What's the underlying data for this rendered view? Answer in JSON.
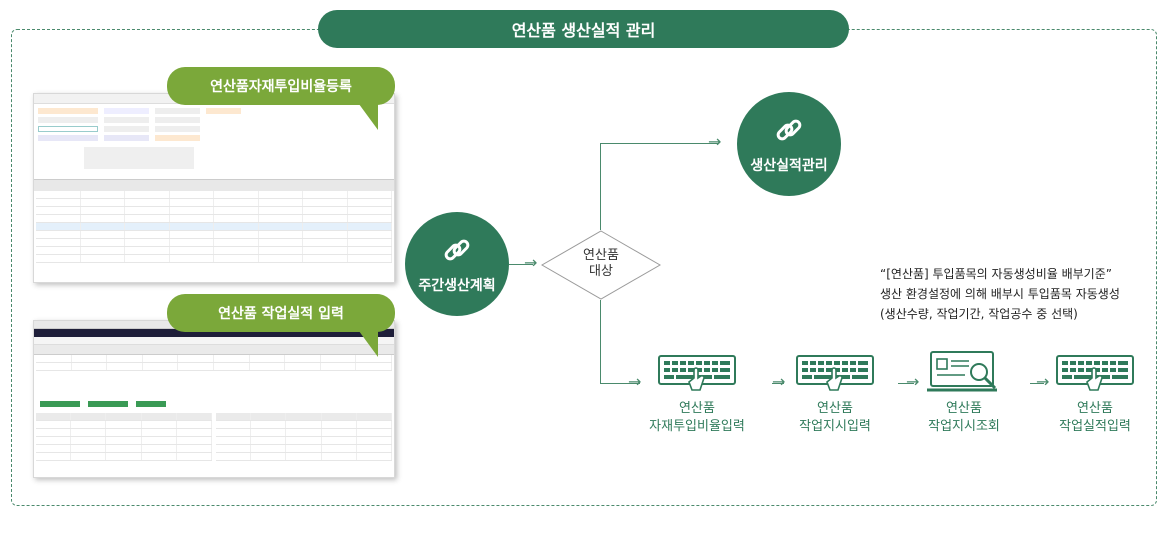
{
  "title": "연산품 생산실적 관리",
  "bubbles": {
    "top": "연산품자재투입비율등록",
    "bottom": "연산품 작업실적 입력"
  },
  "circles": {
    "weekly_plan": "주간생산계획",
    "production_mgmt": "생산실적관리"
  },
  "decision": {
    "line1": "연산품",
    "line2": "대상"
  },
  "steps": [
    {
      "line1": "연산품",
      "line2": "자재투입비율입력",
      "icon": "keyboard-hand-icon"
    },
    {
      "line1": "연산품",
      "line2": "작업지시입력",
      "icon": "keyboard-hand-icon"
    },
    {
      "line1": "연산품",
      "line2": "작업지시조회",
      "icon": "monitor-search-icon"
    },
    {
      "line1": "연산품",
      "line2": "작업실적입력",
      "icon": "keyboard-hand-icon"
    }
  ],
  "note": {
    "line1": "“[연산품] 투입품목의 자동생성비율 배부기준”",
    "line2": "생산 환경설정에 의해 배부시 투입품목 자동생성",
    "line3": "(생산수량, 작업기간, 작업공수 중 선택)"
  },
  "colors": {
    "primary": "#2f7a5a",
    "bubble": "#7ba83a",
    "dashed_border": "#4a8a6c"
  }
}
